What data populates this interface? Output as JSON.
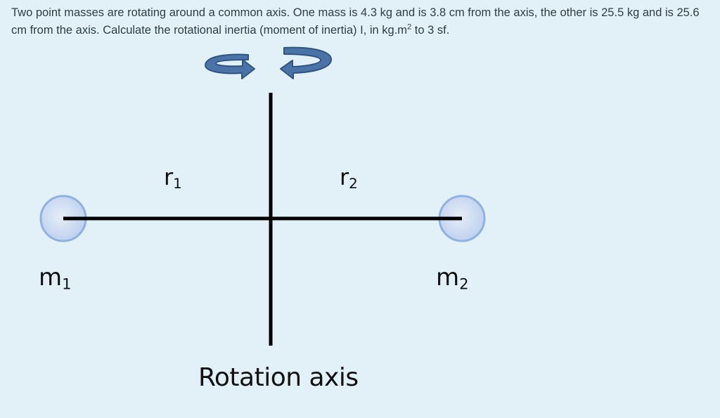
{
  "question": {
    "text_before_sup": "Two point masses are rotating around a common axis.  One mass is 4.3 kg and is 3.8 cm from the axis, the other is 25.5 kg and is 25.6 cm from the axis.  Calculate the rotational inertia (moment of inertia) I, in kg.m",
    "sup": "2",
    "text_after_sup": " to 3 sf."
  },
  "diagram": {
    "labels": {
      "r1_base": "r",
      "r1_sub": "1",
      "r2_base": "r",
      "r2_sub": "2",
      "m1_base": "m",
      "m1_sub": "1",
      "m2_base": "m",
      "m2_sub": "2"
    },
    "caption": "Rotation axis",
    "colors": {
      "background": "#e2f1f8",
      "mass_fill": "#c9d8f0",
      "mass_stroke": "#8fb2e2",
      "arrow_fill": "#4b73a8",
      "arrow_stroke": "#2f5585",
      "line": "#000000"
    }
  }
}
